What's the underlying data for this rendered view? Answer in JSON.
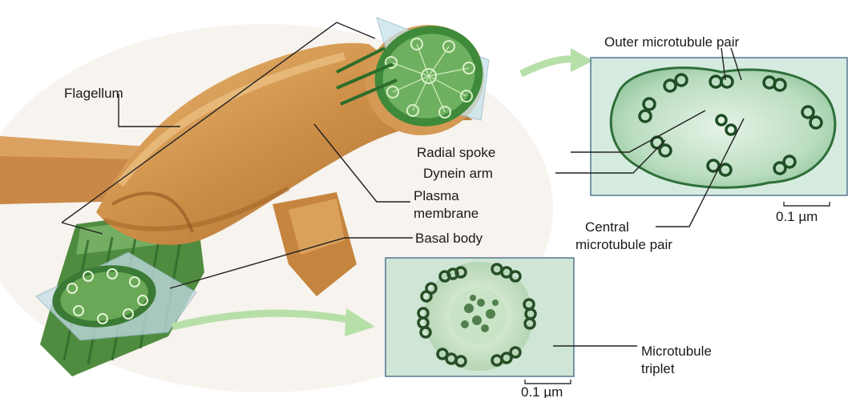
{
  "labels": {
    "flagellum": "Flagellum",
    "outer_pair": "Outer microtubule pair",
    "radial_spoke": "Radial spoke",
    "dynein_arm": "Dynein arm",
    "plasma_membrane_1": "Plasma",
    "plasma_membrane_2": "membrane",
    "central_pair_1": "Central",
    "central_pair_2": "microtubule pair",
    "basal_body": "Basal body",
    "triplet_1": "Microtubule",
    "triplet_2": "triplet"
  },
  "scale_bars": {
    "flagellum_section": "0.1 µm",
    "basal_body_section": "0.1 µm"
  },
  "colors": {
    "membrane": "#c98b3e",
    "membrane_light": "#e3b070",
    "microtubule": "#3f8a3a",
    "micrograph_bg": "#c9e3d0",
    "arrow": "#b6e0a8"
  }
}
